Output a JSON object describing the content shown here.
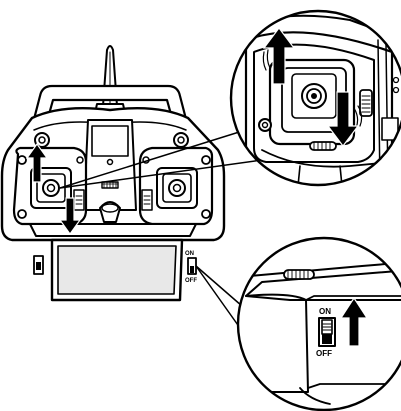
{
  "transmitter": {
    "switch_on_label": "ON",
    "switch_off_label": "OFF"
  },
  "zoom_switch": {
    "on_label": "ON",
    "off_label": "OFF"
  },
  "colors": {
    "ink": "#000000",
    "paper": "#ffffff",
    "screen_gray": "#e8e8e8"
  }
}
